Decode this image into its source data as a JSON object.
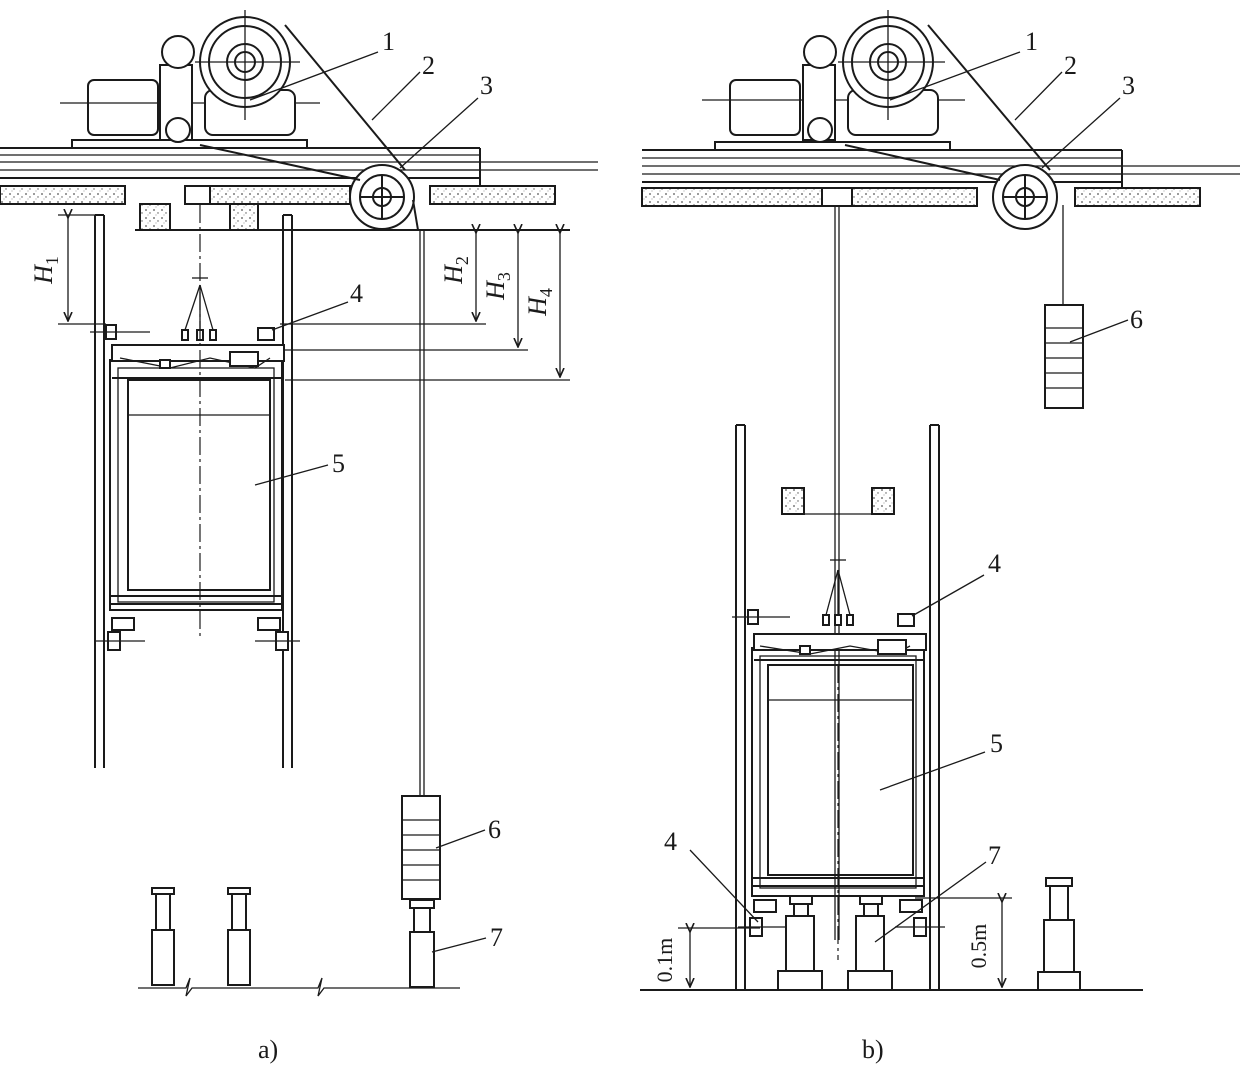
{
  "panels": [
    {
      "id": "a",
      "caption": "a)"
    },
    {
      "id": "b",
      "caption": "b)"
    }
  ],
  "callouts": [
    "1",
    "2",
    "3",
    "4",
    "5",
    "6",
    "7"
  ],
  "heights": {
    "h1": {
      "letter": "H",
      "sub": "1"
    },
    "h2": {
      "letter": "H",
      "sub": "2"
    },
    "h3": {
      "letter": "H",
      "sub": "3"
    },
    "h4": {
      "letter": "H",
      "sub": "4"
    }
  },
  "dimensions": {
    "buffer_clearance": "0.1m",
    "buffer_stroke": "0.5m"
  },
  "colors": {
    "ink": "#1a1a1a",
    "paper": "#ffffff",
    "concrete": "#bdbdbd"
  }
}
